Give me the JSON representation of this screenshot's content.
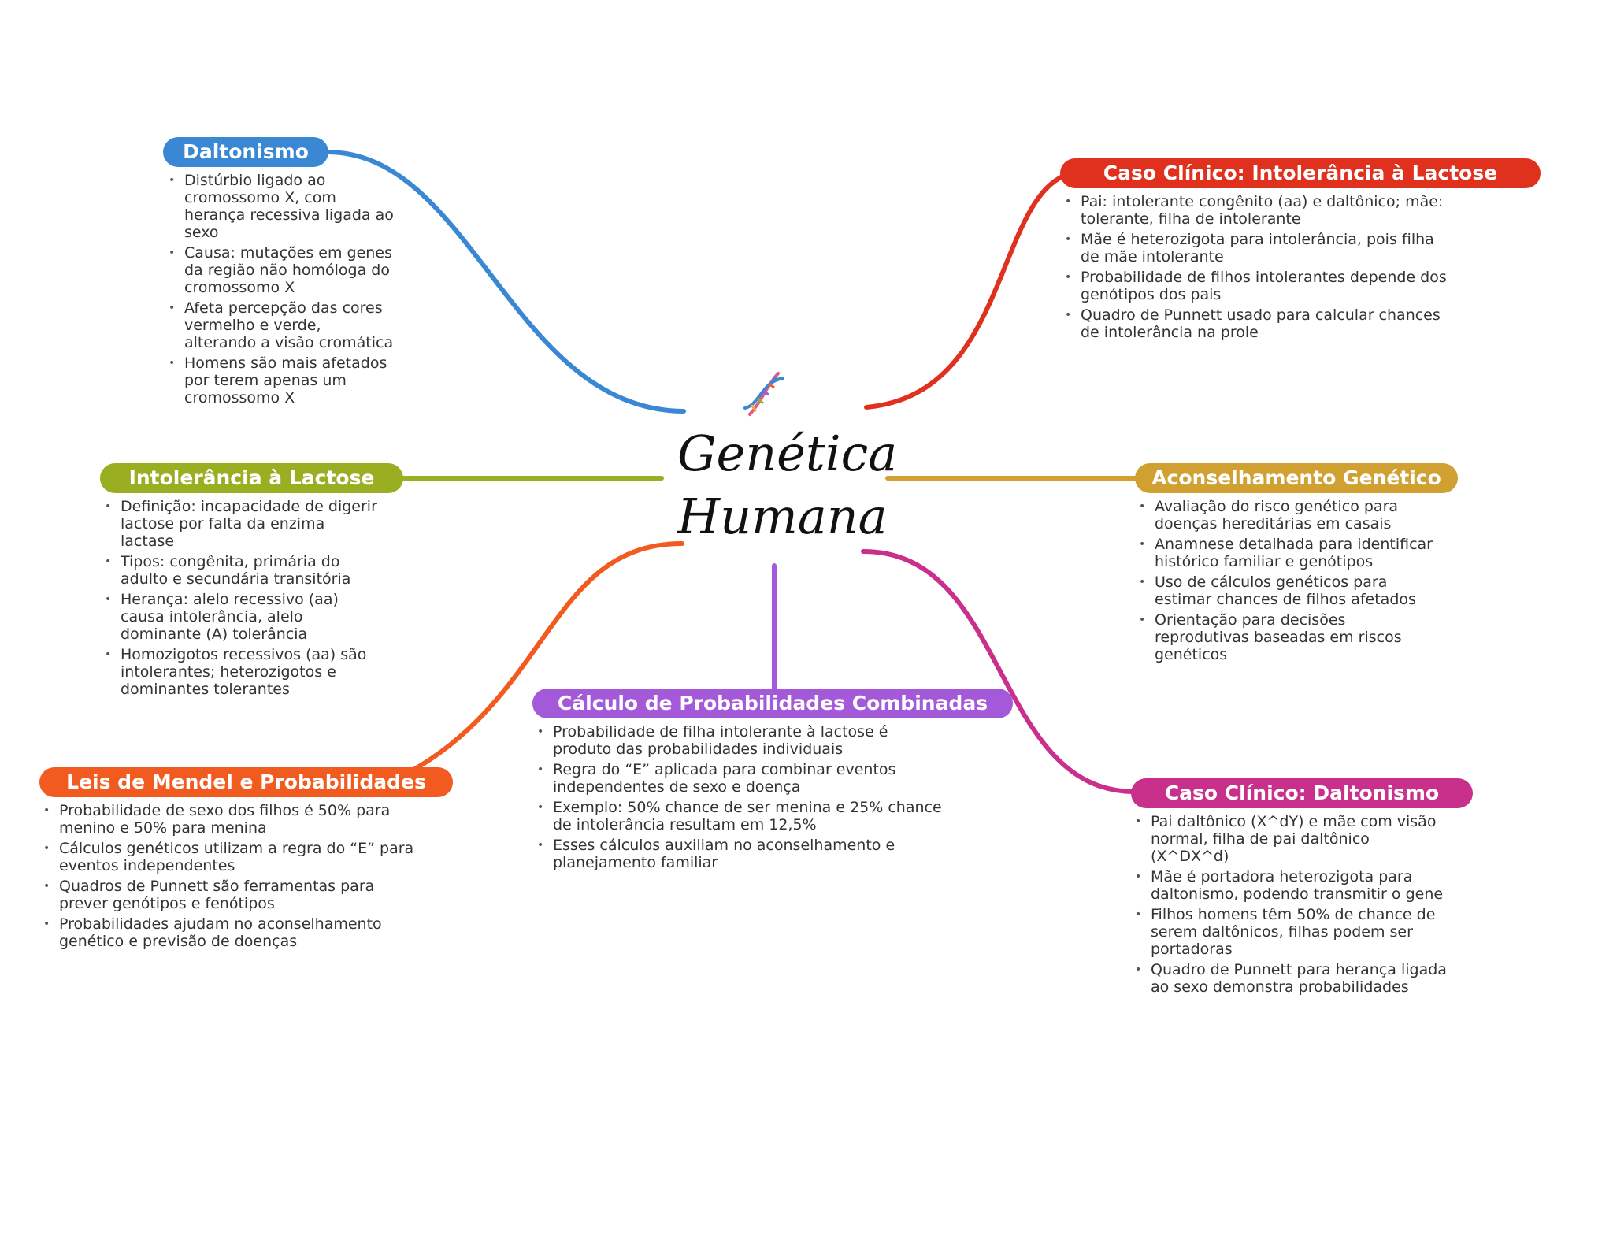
{
  "center": {
    "title_line1": "Genética",
    "title_line2": "Humana",
    "icon": "dna-icon"
  },
  "branches": {
    "daltonismo": {
      "title": "Daltonismo",
      "color": "#3a87d4",
      "items": [
        "Distúrbio ligado ao cromossomo X, com herança recessiva ligada ao sexo",
        "Causa: mutações em genes da região não homóloga do cromossomo X",
        "Afeta percepção das cores vermelho e verde, alterando a visão cromática",
        "Homens são mais afetados por terem apenas um cromossomo X"
      ]
    },
    "intolerancia": {
      "title": "Intolerância à Lactose",
      "color": "#9aae22",
      "items": [
        "Definição: incapacidade de digerir lactose por falta da enzima lactase",
        "Tipos: congênita, primária do adulto e secundária transitória",
        "Herança: alelo recessivo (aa) causa intolerância, alelo dominante (A) tolerância",
        "Homozigotos recessivos (aa) são intolerantes; heterozigotos e dominantes tolerantes"
      ]
    },
    "mendel": {
      "title": "Leis de Mendel e Probabilidades",
      "color": "#f25b20",
      "items": [
        "Probabilidade de sexo dos filhos é 50% para menino e 50% para menina",
        "Cálculos genéticos utilizam a regra do “E” para eventos independentes",
        "Quadros de Punnett são ferramentas para prever genótipos e fenótipos",
        "Probabilidades ajudam no aconselhamento genético e previsão de doenças"
      ]
    },
    "calculo": {
      "title": "Cálculo de Probabilidades Combinadas",
      "color": "#a45ad8",
      "items": [
        "Probabilidade de filha intolerante à lactose é produto das probabilidades individuais",
        "Regra do “E” aplicada para combinar eventos independentes de sexo e doença",
        "Exemplo: 50% chance de ser menina e 25% chance de intolerância resultam em 12,5%",
        "Esses cálculos auxiliam no aconselhamento e planejamento familiar"
      ]
    },
    "caso_lactose": {
      "title": "Caso Clínico: Intolerância à Lactose",
      "color": "#e0301e",
      "items": [
        "Pai: intolerante congênito (aa) e daltônico; mãe: tolerante, filha de intolerante",
        "Mãe é heterozigota para intolerância, pois filha de mãe intolerante",
        "Probabilidade de filhos intolerantes depende dos genótipos dos pais",
        "Quadro de Punnett usado para calcular chances de intolerância na prole"
      ]
    },
    "aconselhamento": {
      "title": "Aconselhamento Genético",
      "color": "#d0a030",
      "items": [
        "Avaliação do risco genético para doenças hereditárias em casais",
        "Anamnese detalhada para identificar histórico familiar e genótipos",
        "Uso de cálculos genéticos para estimar chances de filhos afetados",
        "Orientação para decisões reprodutivas baseadas em riscos genéticos"
      ]
    },
    "caso_daltonismo": {
      "title": "Caso Clínico: Daltonismo",
      "color": "#c8308c",
      "items": [
        "Pai daltônico (X^dY) e mãe com visão normal, filha de pai daltônico (X^DX^d)",
        "Mãe é portadora heterozigota para daltonismo, podendo transmitir o gene",
        "Filhos homens têm 50% de chance de serem daltônicos, filhas podem ser portadoras",
        "Quadro de Punnett para herança ligada ao sexo demonstra probabilidades"
      ]
    }
  }
}
